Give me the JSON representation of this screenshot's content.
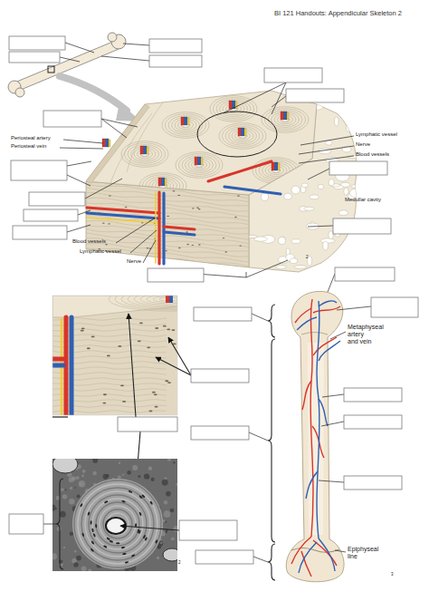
{
  "diagram": {
    "title": "BI 121 Handouts: Appendicular Skeleton 2",
    "labels": [
      "Lymphatic vessel",
      "Nerve",
      "Blood vessels",
      "Periosteal artery",
      "Periosteal vein",
      "Medullar cavity",
      "Blood vessels",
      "Lymphatic vessel",
      "Nerve",
      "2",
      "Metaphyseal artery and vein",
      "2",
      "Epiphyseal line",
      "3"
    ]
  }
}
